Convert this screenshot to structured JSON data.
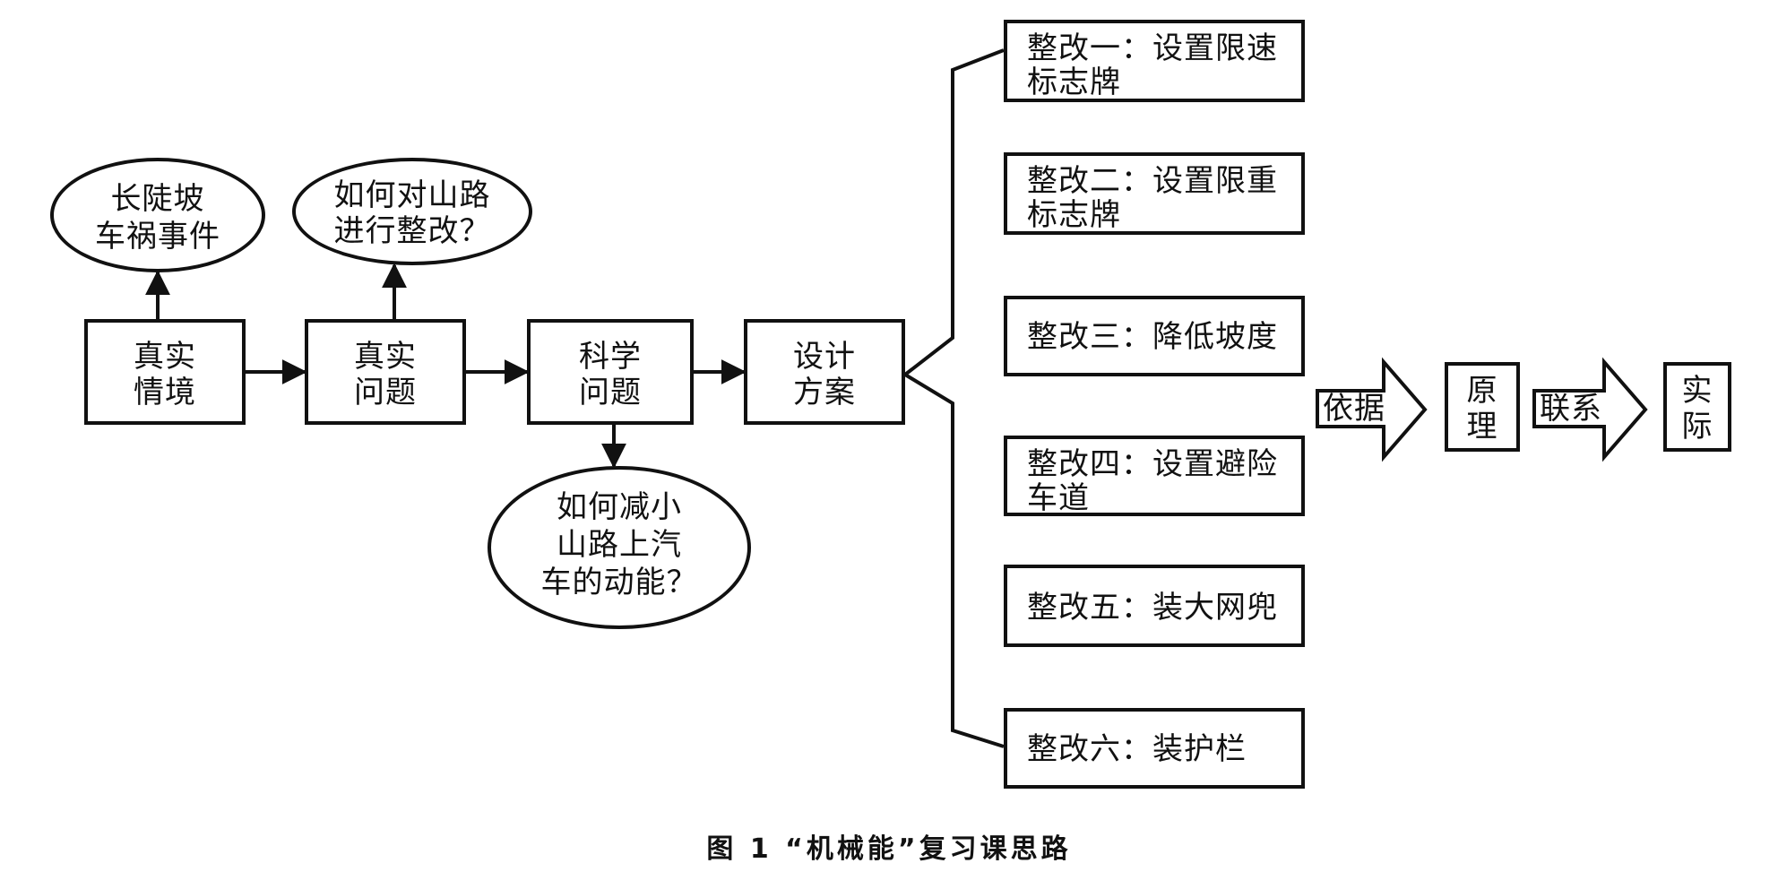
{
  "nodes": {
    "real_situation": [
      "真实",
      "情境"
    ],
    "real_problem": [
      "真实",
      "问题"
    ],
    "scientific_problem": [
      "科学",
      "问题"
    ],
    "design_plan": [
      "设计",
      "方案"
    ],
    "event": [
      "长陡坡",
      "车祸事件"
    ],
    "question_road": [
      "如何对山路",
      "进行整改？"
    ],
    "question_energy": [
      "如何减小",
      "山路上汽",
      "车的动能？"
    ]
  },
  "plans": [
    [
      "整改一：设置限速",
      "标志牌"
    ],
    [
      "整改二：设置限重",
      "标志牌"
    ],
    [
      "整改三：降低坡度"
    ],
    [
      "整改四：设置避险",
      "车道"
    ],
    [
      "整改五：装大网兜"
    ],
    [
      "整改六：装护栏"
    ]
  ],
  "right_side": {
    "basis": "依据",
    "principle": [
      "原",
      "理"
    ],
    "connect": "联系",
    "practice": [
      "实",
      "际"
    ]
  },
  "caption": "图 1 “机械能”复习课思路"
}
